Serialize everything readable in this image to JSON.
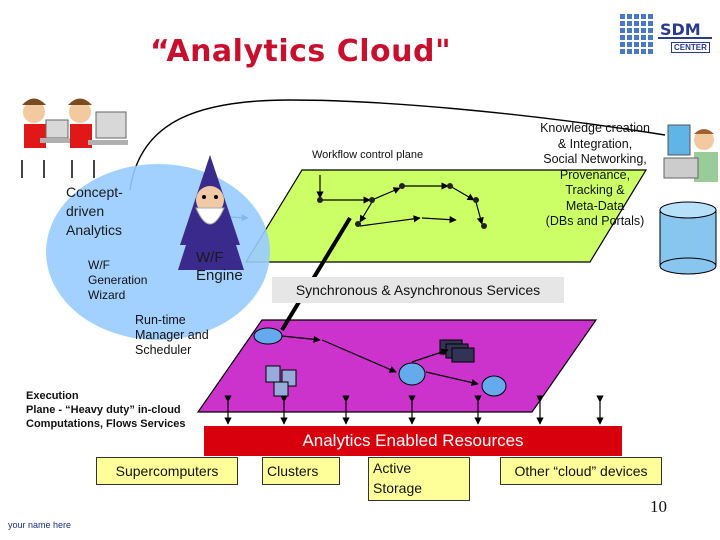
{
  "title": "“Analytics Cloud\"",
  "logo": {
    "line1": "SDM",
    "line2": "CENTER"
  },
  "labels": {
    "workflow_control_plane": "Workflow control plane",
    "concept_driven": [
      "Concept-",
      "driven",
      "Analytics"
    ],
    "wf_generation": [
      "W/F",
      "Generation",
      "Wizard"
    ],
    "wf_engine": [
      "W/F",
      "Engine"
    ],
    "runtime_manager": [
      "Run-time",
      "Manager and",
      "Scheduler"
    ],
    "knowledge": [
      "Knowledge creation",
      "& Integration,",
      "Social Networking,",
      "Provenance,",
      "Tracking &",
      "Meta-Data",
      "(DBs and Portals)"
    ],
    "sync_async": "Synchronous & Asynchronous Services",
    "execution_plane": [
      "Execution",
      "Plane - “Heavy duty” in-cloud",
      "Computations, Flows Services"
    ]
  },
  "resources": {
    "header": "Analytics Enabled Resources",
    "supercomputers": "Supercomputers",
    "clusters": "Clusters",
    "active_storage": [
      "Active",
      "Storage"
    ],
    "other_devices": "Other “cloud” devices"
  },
  "page_number": "10",
  "footer": "your name here",
  "colors": {
    "title": "#c8102e",
    "plane_green": "#ccff66",
    "plane_magenta": "#cc33cc",
    "ellipse_blue": "#99ccff",
    "resources_red": "#d8000c",
    "box_yellow": "#ffff99"
  }
}
